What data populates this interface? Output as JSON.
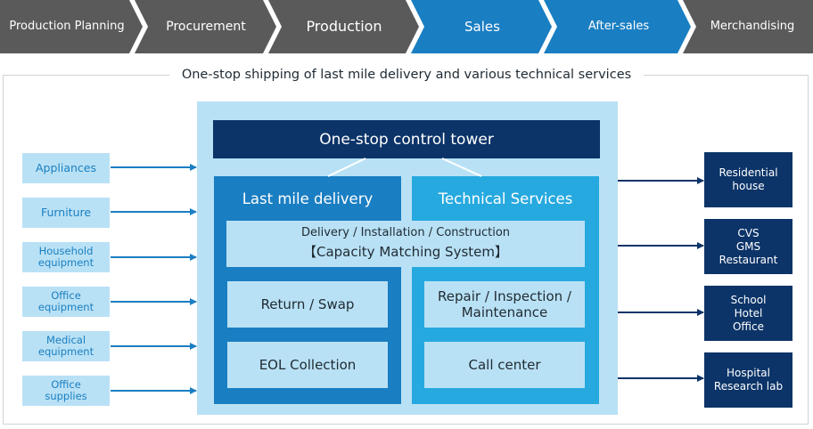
{
  "process_steps": [
    {
      "label": "Production Planning",
      "fill": "#5a5a5a",
      "text_size": 13
    },
    {
      "label": "Procurement",
      "fill": "#5a5a5a",
      "text_size": 14
    },
    {
      "label": "Production",
      "fill": "#5a5a5a",
      "text_size": 16
    },
    {
      "label": "Sales",
      "fill": "#1a7ec2",
      "text_size": 15
    },
    {
      "label": "After-sales",
      "fill": "#1a7ec2",
      "text_size": 13
    },
    {
      "label": "Merchandising",
      "fill": "#5a5a5a",
      "text_size": 13
    }
  ],
  "frame_title": "One-stop shipping of last mile delivery and various technical services",
  "inputs": [
    "Appliances",
    "Furniture",
    "Household\nequipment",
    "Office\nequipment",
    "Medical\nequipment",
    "Office\nsupplies"
  ],
  "control_tower": "One-stop control tower",
  "columns": {
    "last_mile": "Last mile delivery",
    "technical": "Technical Services"
  },
  "shared_bar": {
    "line1": "Delivery / Installation / Construction",
    "line2": "【Capacity Matching System】"
  },
  "services": {
    "return_swap": "Return / Swap",
    "eol": "EOL Collection",
    "repair": "Repair / Inspection /\nMaintenance",
    "call_center": "Call center"
  },
  "outputs": [
    [
      "Residential",
      "house"
    ],
    [
      "CVS",
      "GMS",
      "Restaurant"
    ],
    [
      "School",
      "Hotel",
      "Office"
    ],
    [
      "Hospital",
      "Research lab"
    ]
  ],
  "colors": {
    "dark_navy": "#0c3468",
    "blue": "#1a7ec2",
    "light_blue": "#26a9df",
    "pale_blue": "#b9e1f5",
    "gray_chevron": "#5a5a5a"
  }
}
